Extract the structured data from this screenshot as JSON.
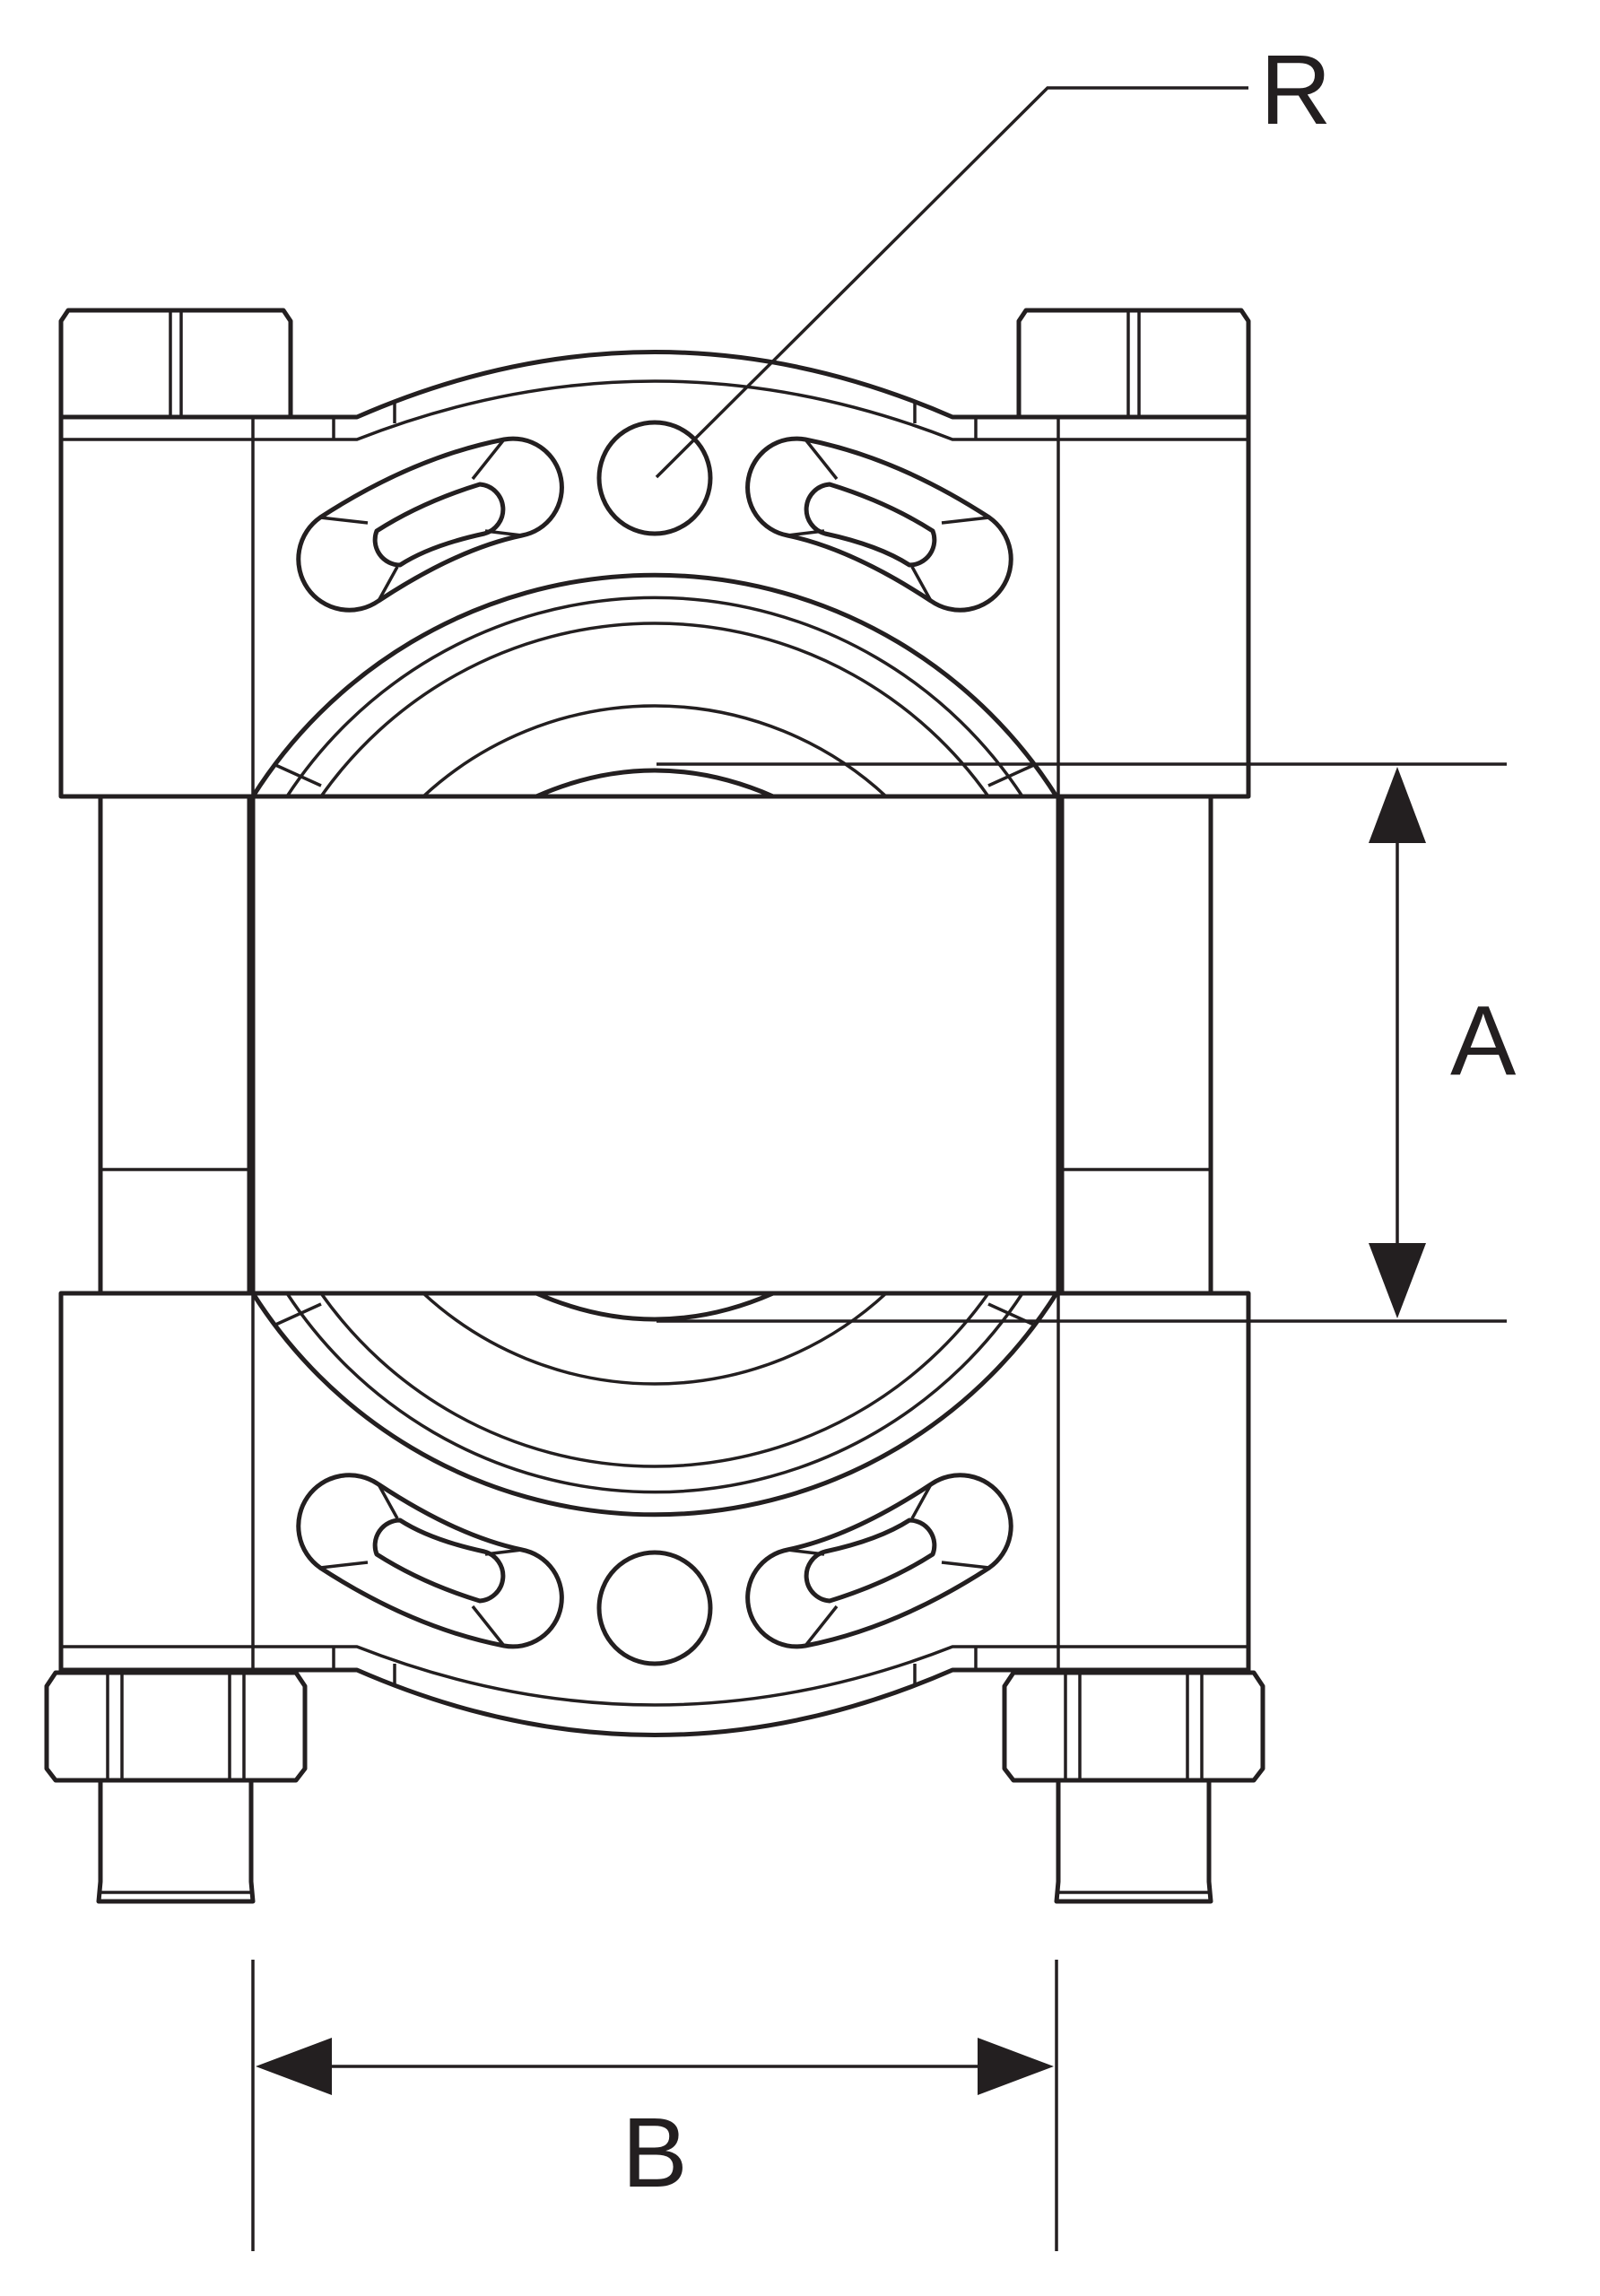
{
  "labels": {
    "r": "R",
    "a": "A",
    "b": "B"
  },
  "colors": {
    "line": "#231f20",
    "background": "#ffffff"
  }
}
